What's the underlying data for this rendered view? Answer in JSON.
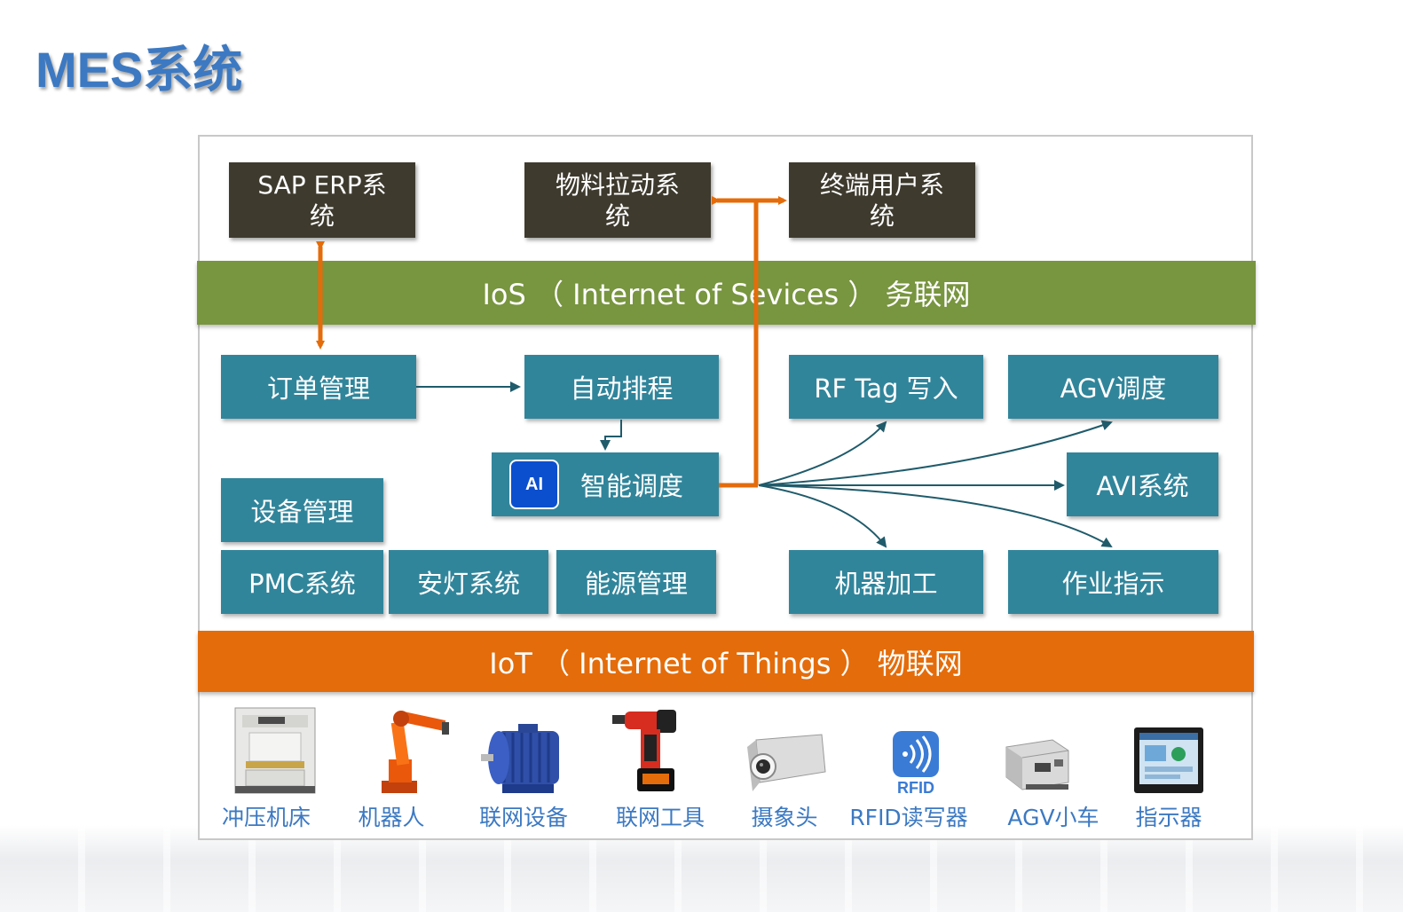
{
  "title": "MES系统",
  "top_systems": [
    {
      "label": "SAP ERP系\n统"
    },
    {
      "label": "物料拉动系\n统"
    },
    {
      "label": "终端用户系\n统"
    }
  ],
  "ios_band": "IoS （ Internet of Sevices ） 务联网",
  "iot_band": "IoT （ Internet of Things ） 物联网",
  "modules": {
    "order": "订单管理",
    "scheduling": "自动排程",
    "ai_badge": "AI",
    "smart_dispatch": "智能调度",
    "equipment": "设备管理",
    "pmc": "PMC系统",
    "andon": "安灯系统",
    "energy": "能源管理",
    "rf_tag": "RF Tag 写入",
    "agv_dispatch": "AGV调度",
    "avi": "AVI系统",
    "machining": "机器加工",
    "work_instruction": "作业指示"
  },
  "devices": [
    {
      "label": "冲压机床",
      "icon": "stamping-press-icon"
    },
    {
      "label": "机器人",
      "icon": "industrial-robot-icon"
    },
    {
      "label": "联网设备",
      "icon": "electric-motor-icon"
    },
    {
      "label": "联网工具",
      "icon": "power-drill-icon"
    },
    {
      "label": "摄象头",
      "icon": "camera-icon"
    },
    {
      "label": "RFID读写器",
      "icon": "rfid-reader-icon"
    },
    {
      "label": "AGV小车",
      "icon": "agv-cart-icon"
    },
    {
      "label": "指示器",
      "icon": "indicator-display-icon"
    }
  ],
  "rfid_icon_text": "RFID",
  "colors": {
    "title": "#3c79c2",
    "dark_box": "#3e3a2e",
    "ios_band": "#78953f",
    "iot_band": "#e46c0a",
    "teal_box": "#31859b",
    "arrow_orange": "#e46c0a",
    "arrow_teal": "#1f5b6b",
    "device_label": "#3c79c2"
  }
}
